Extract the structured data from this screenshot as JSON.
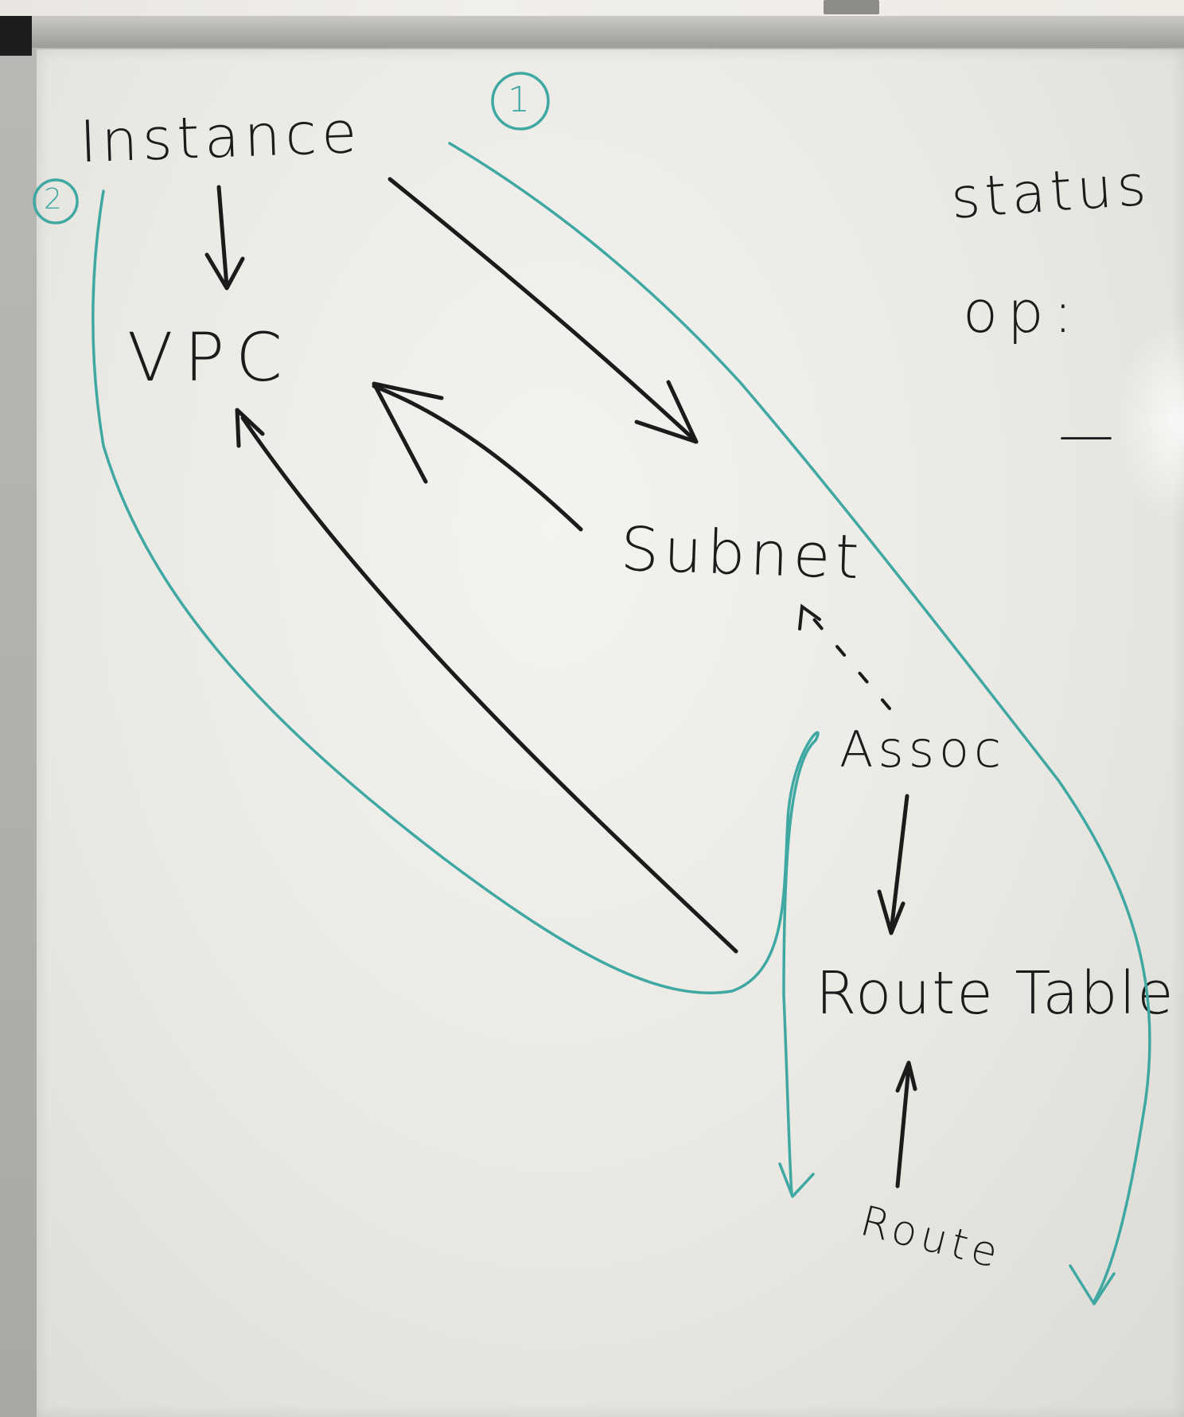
{
  "whiteboard": {
    "labels": {
      "instance": "Instance",
      "vpc": "VPC",
      "subnet": "Subnet",
      "assoc": "Assoc",
      "route_table": "Route Table",
      "route": "Route",
      "status": "status",
      "op": "op:",
      "dash": "—"
    },
    "markers": {
      "one": "1",
      "two": "2"
    },
    "ink_colors": {
      "black": "#1b1b1b",
      "teal": "#3fa8a3"
    }
  }
}
